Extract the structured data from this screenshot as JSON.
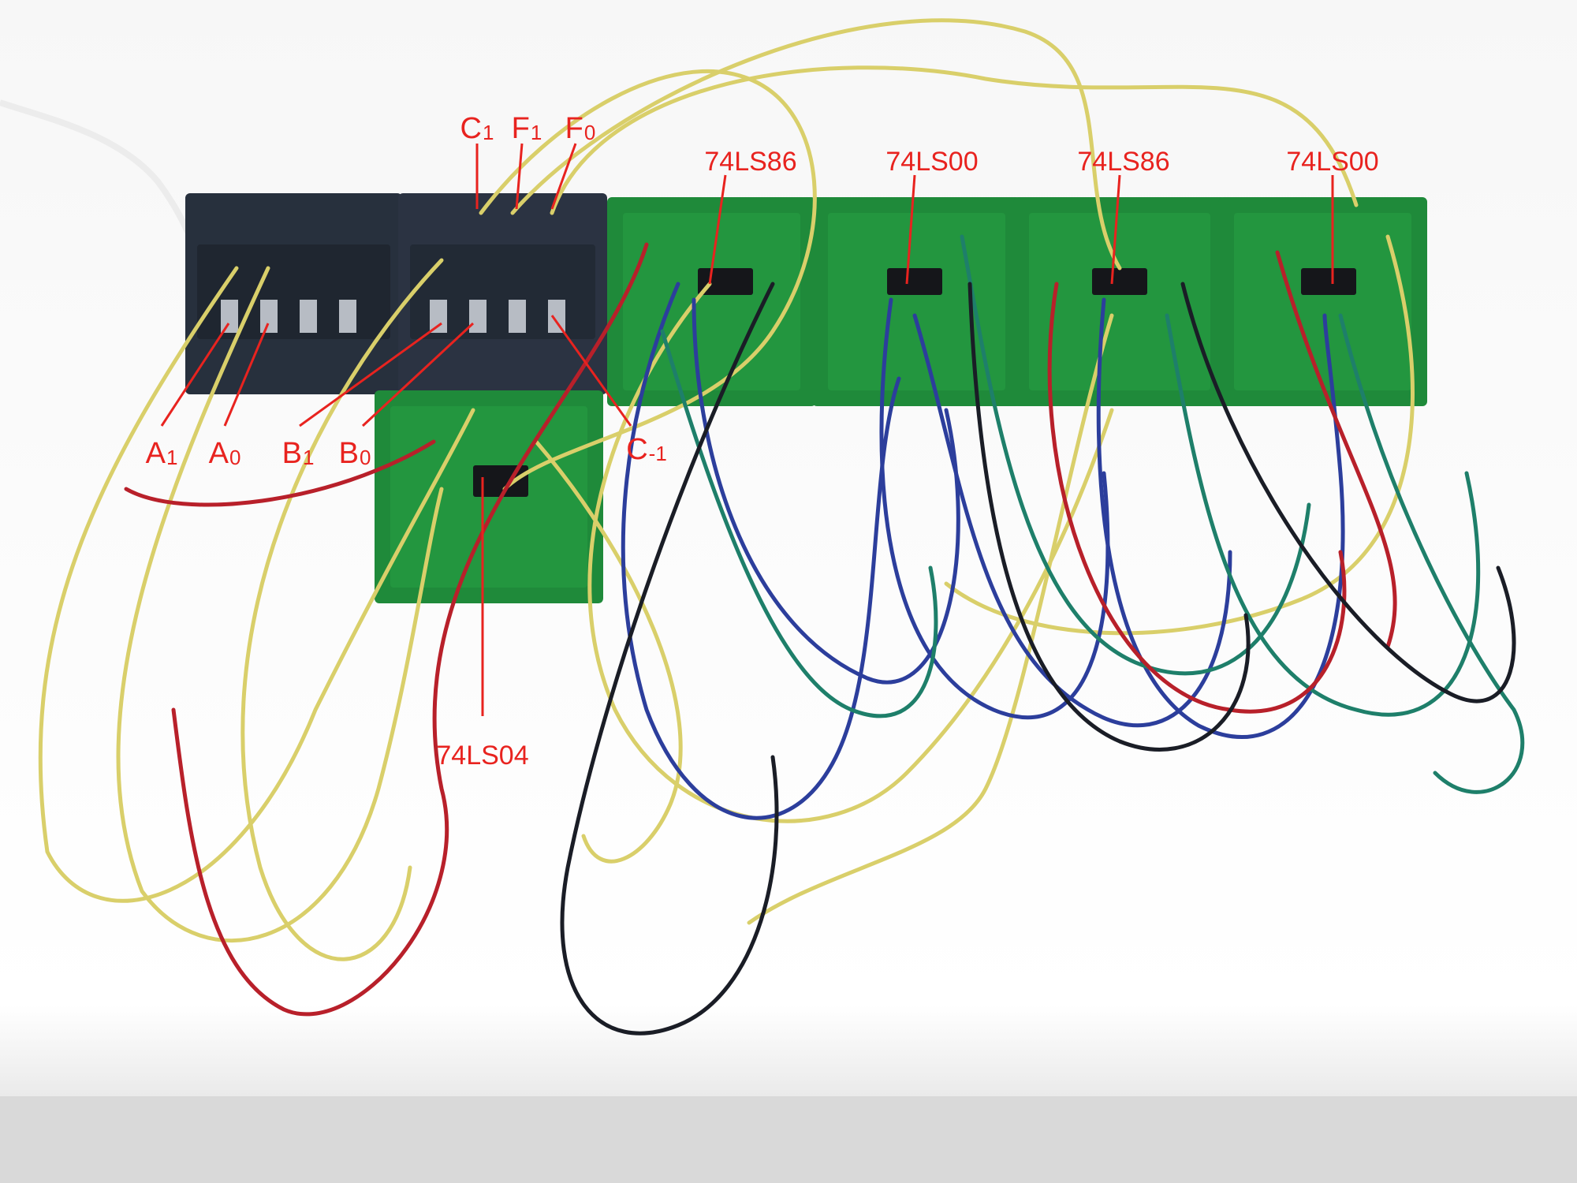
{
  "colors": {
    "annotation": "#e8231f",
    "board_green": "#1f8a3a",
    "board_dark": "#2b3342",
    "wire_yellow": "#d9cf6a",
    "wire_blue": "#2c3e9c",
    "wire_green": "#1e7f6a",
    "wire_red": "#b8202a",
    "wire_black": "#1a1d26"
  },
  "annotations": {
    "c1": {
      "main": "C",
      "sub": "1"
    },
    "f1": {
      "main": "F",
      "sub": "1"
    },
    "f0": {
      "main": "F",
      "sub": "0"
    },
    "a1": {
      "main": "A",
      "sub": "1"
    },
    "a0": {
      "main": "A",
      "sub": "0"
    },
    "b1": {
      "main": "B",
      "sub": "1"
    },
    "b0": {
      "main": "B",
      "sub": "0"
    },
    "cm1": {
      "main": "C",
      "sub": "-1"
    }
  },
  "chips": {
    "c1": "74LS86",
    "c2": "74LS00",
    "c3": "74LS86",
    "c4": "74LS00",
    "c5": "74LS04"
  }
}
